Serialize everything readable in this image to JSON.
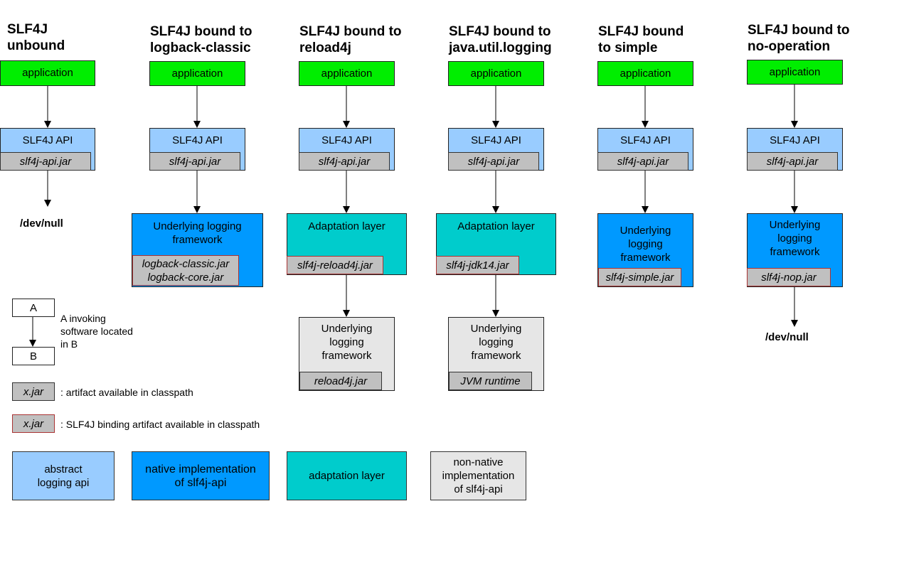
{
  "columns": [
    {
      "title": "SLF4J\nunbound",
      "application": "application",
      "api": "SLF4J API",
      "api_jar": "slf4j-api.jar",
      "end": "/dev/null"
    },
    {
      "title": "SLF4J bound to\nlogback-classic",
      "application": "application",
      "api": "SLF4J API",
      "api_jar": "slf4j-api.jar",
      "framework": "Underlying logging\nframework",
      "framework_jar": "logback-classic.jar\nlogback-core.jar"
    },
    {
      "title": "SLF4J bound to\nreload4j",
      "application": "application",
      "api": "SLF4J API",
      "api_jar": "slf4j-api.jar",
      "adaptation": "Adaptation layer",
      "adaptation_jar": "slf4j-reload4j.jar",
      "framework": "Underlying\nlogging\nframework",
      "framework_jar": "reload4j.jar"
    },
    {
      "title": "SLF4J bound to\njava.util.logging",
      "application": "application",
      "api": "SLF4J API",
      "api_jar": "slf4j-api.jar",
      "adaptation": "Adaptation layer",
      "adaptation_jar": "slf4j-jdk14.jar",
      "framework": "Underlying\nlogging\nframework",
      "framework_jar": "JVM runtime"
    },
    {
      "title": "SLF4J bound\nto simple",
      "application": "application",
      "api": "SLF4J API",
      "api_jar": "slf4j-api.jar",
      "framework": "Underlying\nlogging\nframework",
      "framework_jar": "slf4j-simple.jar"
    },
    {
      "title": "SLF4J bound to\nno-operation",
      "application": "application",
      "api": "SLF4J API",
      "api_jar": "slf4j-api.jar",
      "framework": "Underlying\nlogging\nframework",
      "framework_jar": "slf4j-nop.jar",
      "end": "/dev/null"
    }
  ],
  "legend": {
    "a": "A",
    "b": "B",
    "invoke_text": "A invoking\nsoftware located\nin B",
    "artifact_jar": "x.jar",
    "artifact_text": ": artifact available in classpath",
    "binding_jar": "x.jar",
    "binding_text": ": SLF4J binding artifact available in classpath",
    "colors": [
      {
        "label": "abstract\nlogging api",
        "color": "#99ccff"
      },
      {
        "label": "native implementation\nof slf4j-api",
        "color": "#0099ff"
      },
      {
        "label": "adaptation layer",
        "color": "#00cccc"
      },
      {
        "label": "non-native\nimplementation\nof slf4j-api",
        "color": "#e6e6e6"
      }
    ]
  }
}
